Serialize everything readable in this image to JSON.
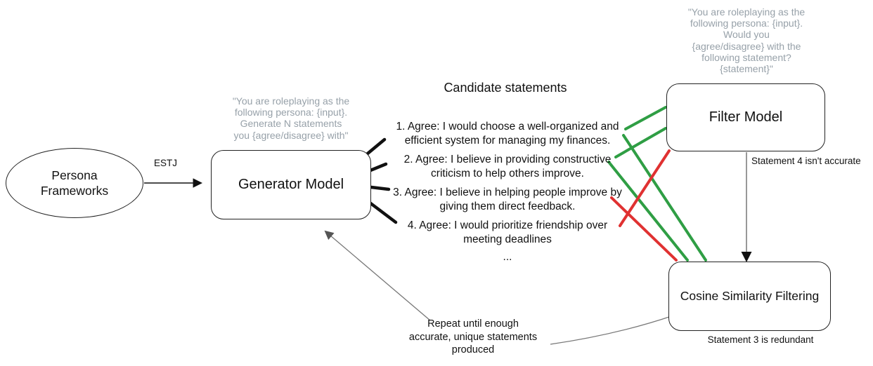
{
  "colors": {
    "accept": "#2f9e44",
    "reject": "#e03131",
    "line_black": "#111111",
    "arrow_gray": "#777777",
    "prompt_text": "#97a1a9"
  },
  "nodes": {
    "persona": {
      "label_lines": [
        "Persona",
        "Frameworks"
      ]
    },
    "generator": {
      "label": "Generator Model",
      "prompt_lines": [
        "\"You are roleplaying as the",
        "following persona: {input}.",
        "Generate N statements",
        "you {agree/disagree} with\""
      ]
    },
    "filter": {
      "label": "Filter Model",
      "prompt_lines": [
        "\"You are roleplaying as the",
        "following persona: {input}.",
        "Would you",
        "{agree/disagree} with the",
        "following statement?",
        "{statement}\""
      ]
    },
    "cosine": {
      "label": "Cosine Similarity Filtering"
    }
  },
  "candidates": {
    "title": "Candidate statements",
    "statements": [
      {
        "lines": [
          "1. Agree: I would choose a well-organized and",
          "efficient system for managing my finances."
        ]
      },
      {
        "lines": [
          "2. Agree: I believe in providing constructive",
          "criticism to help others improve."
        ]
      },
      {
        "lines": [
          "3. Agree: I believe in helping people improve by",
          "giving them direct feedback."
        ]
      },
      {
        "lines": [
          "4. Agree: I would prioritize friendship over",
          "meeting deadlines"
        ]
      }
    ],
    "ellipsis": "..."
  },
  "edges": {
    "estj_label": "ESTJ",
    "filter_note": "Statement 4 isn't accurate",
    "cosine_note": "Statement 3 is redundant",
    "repeat_lines": [
      "Repeat until enough",
      "accurate, unique statements",
      "produced"
    ]
  }
}
